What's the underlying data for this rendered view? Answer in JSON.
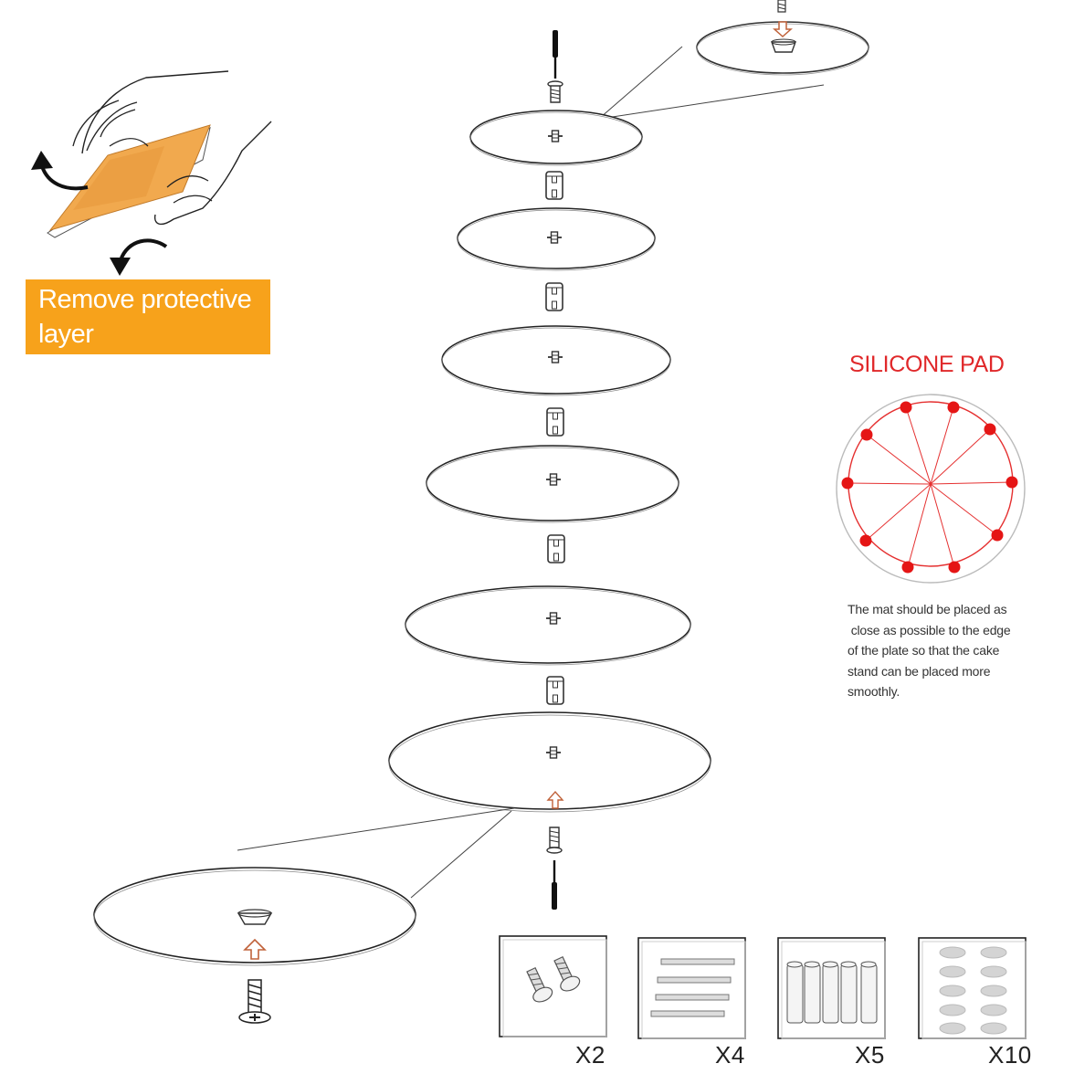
{
  "protective_layer": {
    "label": "Remove protective layer",
    "color": "#f7a21b"
  },
  "silicone_pad": {
    "title": "SILICONE PAD",
    "title_color": "#e0282a",
    "note_lines": [
      "The mat should be placed as",
      " close as possible to the edge",
      "of the plate so that the cake",
      "stand can be placed more",
      "smoothly."
    ]
  },
  "tiers": {
    "plate_count": 6,
    "connector_count": 5
  },
  "parts": [
    {
      "name": "screws",
      "quantity": "X2"
    },
    {
      "name": "rods",
      "quantity": "X4"
    },
    {
      "name": "connectors",
      "quantity": "X5"
    },
    {
      "name": "silicone-pads",
      "quantity": "X10"
    }
  ],
  "icons": [
    "screwdriver-icon",
    "screw-icon",
    "arrow-down-icon",
    "arrow-up-icon",
    "hand-peeling-icon",
    "curved-arrow-icon"
  ]
}
